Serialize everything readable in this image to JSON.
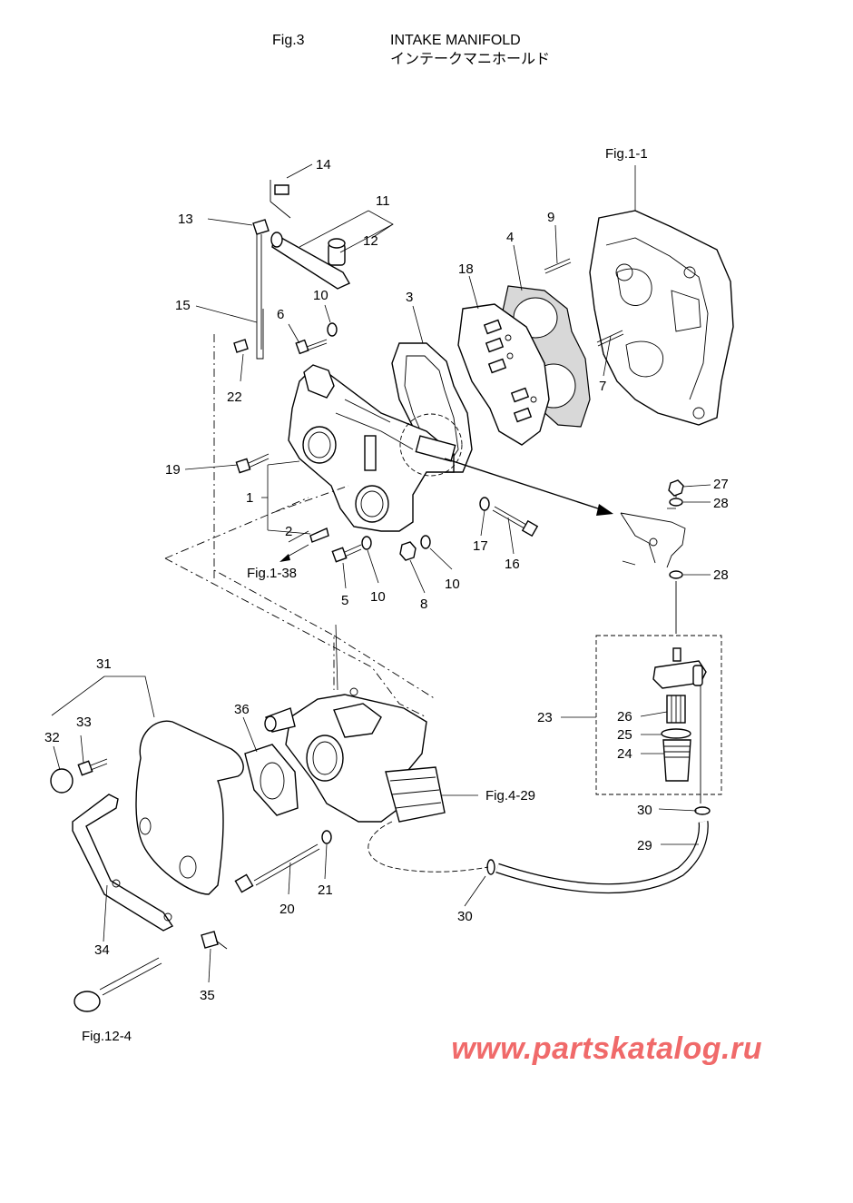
{
  "header": {
    "fig_label": "Fig.3",
    "title_en": "INTAKE MANIFOLD",
    "title_jp": "インテークマニホールド"
  },
  "references": {
    "fig_1_1": "Fig.1-1",
    "fig_1_38": "Fig.1-38",
    "fig_4_29": "Fig.4-29",
    "fig_12_4": "Fig.12-4"
  },
  "callouts": [
    "1",
    "2",
    "3",
    "4",
    "5",
    "6",
    "7",
    "8",
    "9",
    "10",
    "10",
    "10",
    "11",
    "12",
    "13",
    "14",
    "15",
    "16",
    "17",
    "18",
    "19",
    "20",
    "21",
    "22",
    "23",
    "24",
    "25",
    "26",
    "27",
    "28",
    "28",
    "29",
    "30",
    "30",
    "31",
    "32",
    "33",
    "34",
    "35",
    "36"
  ],
  "watermark": "www.partskatalog.ru"
}
